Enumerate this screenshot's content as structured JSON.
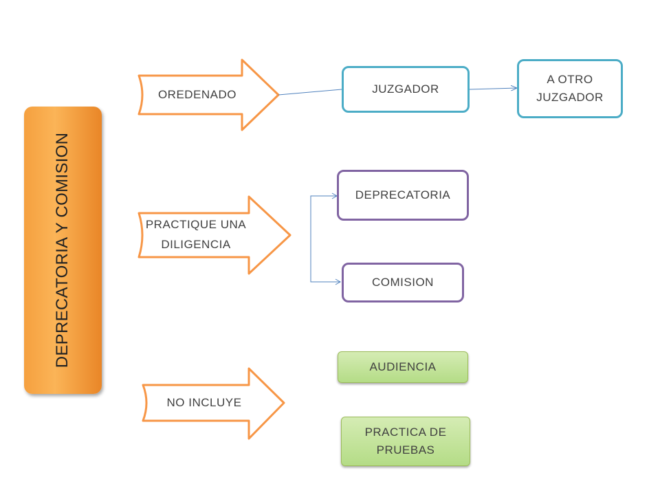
{
  "main": {
    "label": "DEPRECATORIA Y COMISION"
  },
  "arrows": {
    "ordenado": "OREDENADO",
    "practique_line1": "PRACTIQUE UNA",
    "practique_line2": "DILIGENCIA",
    "no_incluye": "NO INCLUYE"
  },
  "boxes": {
    "juzgador": "JUZGADOR",
    "otro_line1": "A OTRO",
    "otro_line2": "JUZGADOR",
    "deprecatoria": "DEPRECATORIA",
    "comision": "COMISION",
    "audiencia": "AUDIENCIA",
    "practica_line1": "PRACTICA DE",
    "practica_line2": "PRUEBAS"
  },
  "colors": {
    "orange": "#f79646",
    "teal": "#4bacc6",
    "purple": "#8064a2",
    "green": "#9bbb59",
    "connector": "#4f81bd"
  }
}
